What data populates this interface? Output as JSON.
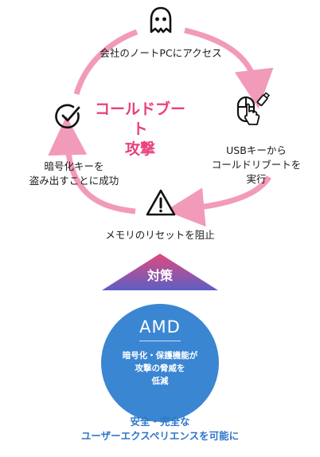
{
  "cycle": {
    "title_line1": "コールドブート",
    "title_line2": "攻撃",
    "step_access": "会社のノートPCにアクセス",
    "step_cold_boot": [
      "USBキーから",
      "コールドリブートを",
      "実行"
    ],
    "step_block_reset": "メモリのリセットを阻止",
    "step_steal_key": [
      "暗号化キーを",
      "盗み出すことに成功"
    ]
  },
  "countermeasure": {
    "label": "対策",
    "brand": "AMD",
    "description": [
      "暗号化・保護機能が",
      "攻撃の脅威を",
      "低減"
    ],
    "result": [
      "安全・完全な",
      "ユーザーエクスペリエンスを可能に"
    ]
  },
  "icons": {
    "access": "ghost-icon",
    "cold_boot": "mouse-usb-click-icon",
    "block_reset": "warning-triangle-icon",
    "steal_key": "checkmark-circle-icon"
  },
  "colors": {
    "accent_pink": "#e8407e",
    "arrow_pink": "#f29ab9",
    "amd_blue": "#3a86d3",
    "triangle_top": "#e3487f",
    "triangle_bottom": "#5c5fc4"
  }
}
